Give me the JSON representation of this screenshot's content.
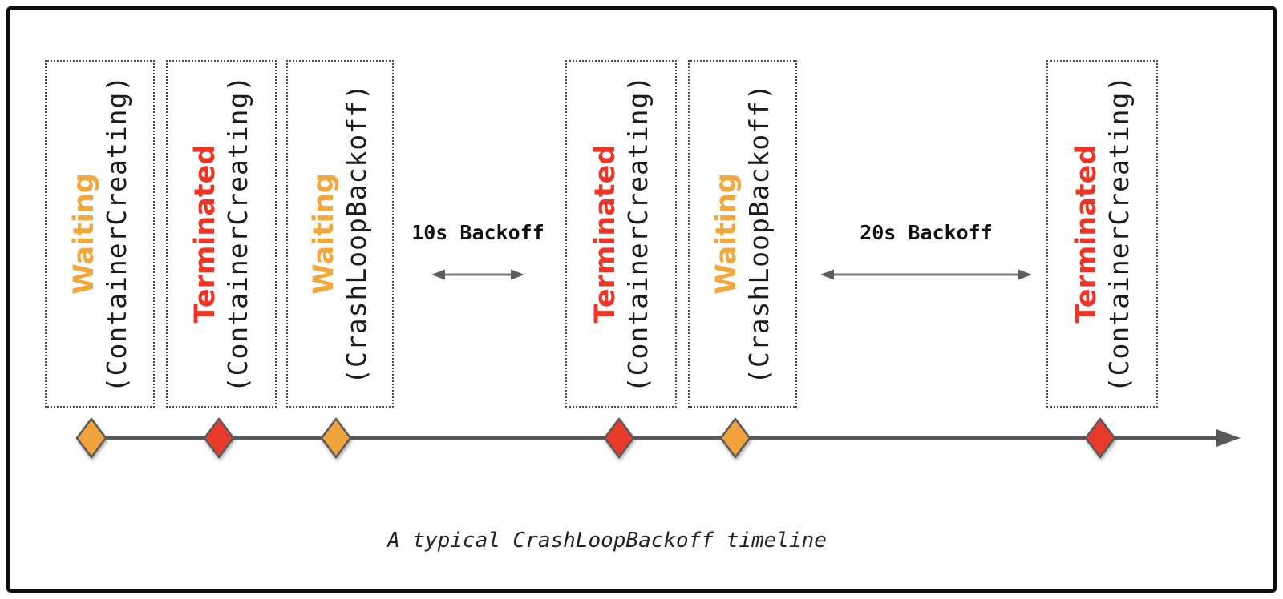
{
  "diagram": {
    "caption": "A typical CrashLoopBackoff timeline",
    "events": [
      {
        "status": "Waiting",
        "reason": "(ContainerCreating)",
        "kind": "waiting"
      },
      {
        "status": "Terminated",
        "reason": "(ContainerCreating)",
        "kind": "terminated"
      },
      {
        "status": "Waiting",
        "reason": "(CrashLoopBackoff)",
        "kind": "waiting"
      },
      {
        "status": "Terminated",
        "reason": "(ContainerCreating)",
        "kind": "terminated"
      },
      {
        "status": "Waiting",
        "reason": "(CrashLoopBackoff)",
        "kind": "waiting"
      },
      {
        "status": "Terminated",
        "reason": "(ContainerCreating)",
        "kind": "terminated"
      }
    ],
    "backoffs": [
      {
        "label": "10s Backoff"
      },
      {
        "label": "20s Backoff"
      }
    ],
    "colors": {
      "waiting_orange_text": "#F3A63B",
      "terminated_red_text": "#EE3424",
      "marker_orange": "#F0A23D",
      "marker_red": "#E73A2B",
      "timeline_gray": "#595959",
      "frame_border": "#0E0E0E"
    }
  }
}
